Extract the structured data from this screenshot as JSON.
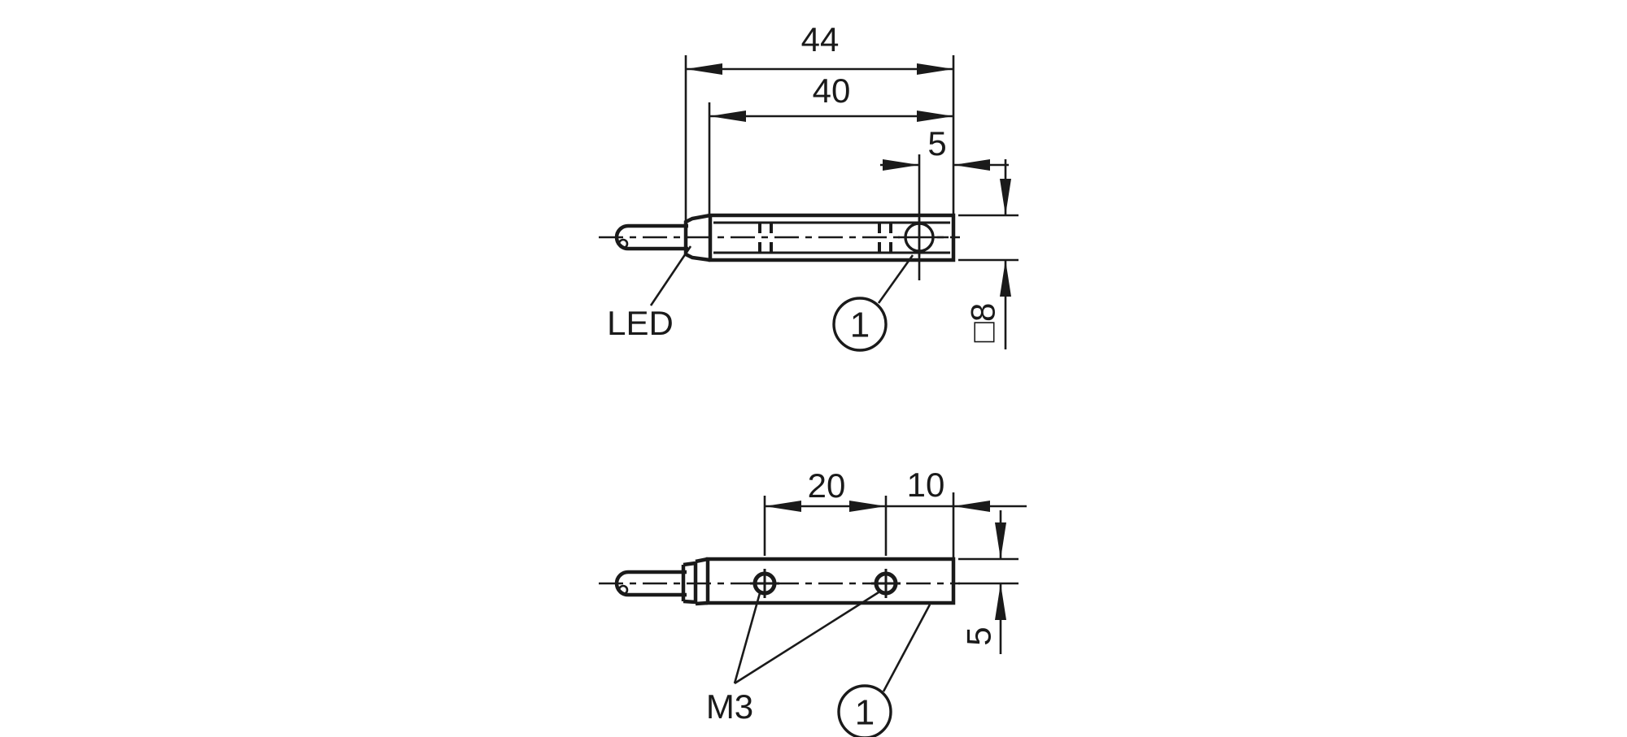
{
  "colors": {
    "ink": "#1a1a1a",
    "background": "#ffffff"
  },
  "side_view": {
    "dim_overall_length": "44",
    "dim_body_length": "40",
    "dim_screw_offset": "5",
    "dim_cross_section": "□8",
    "led_label": "LED",
    "callout_number": "1"
  },
  "top_view": {
    "dim_hole_spacing": "20",
    "dim_hole_edge_offset": "10",
    "dim_hole_face_offset": "5",
    "thread_label": "M3",
    "callout_number": "1"
  }
}
